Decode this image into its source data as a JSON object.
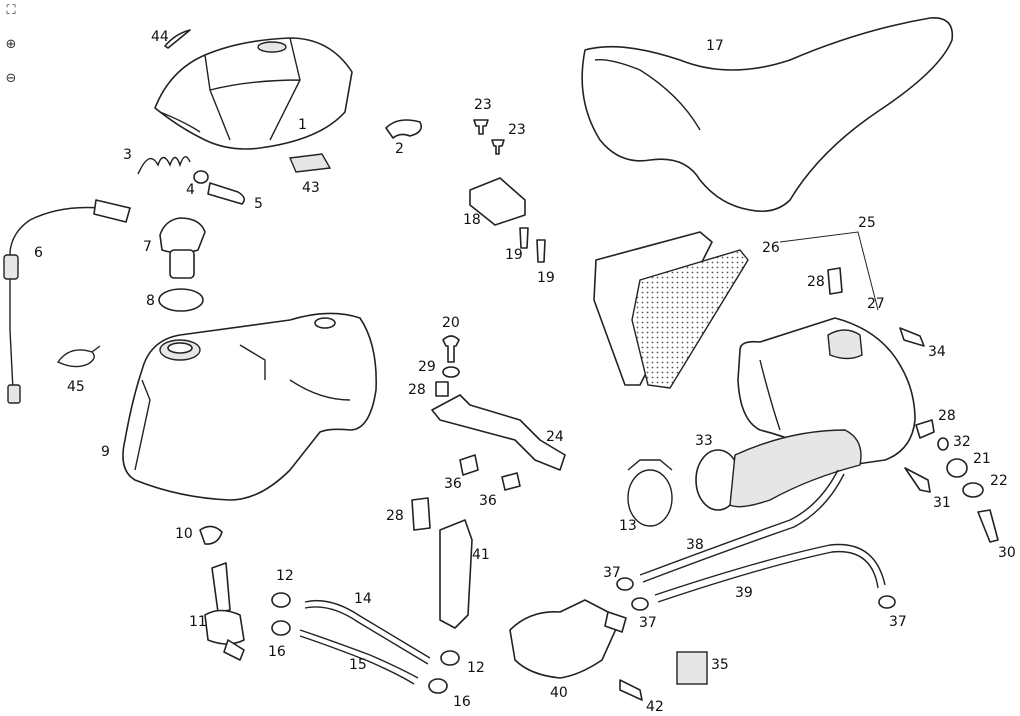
{
  "toolbar": [
    {
      "name": "fit-view-icon",
      "glyph": "⛶"
    },
    {
      "name": "zoom-in-icon",
      "glyph": "⊕"
    },
    {
      "name": "zoom-out-icon",
      "glyph": "⊖"
    }
  ],
  "callouts": {
    "c1": "1",
    "c2": "2",
    "c3": "3",
    "c4": "4",
    "c5": "5",
    "c6": "6",
    "c7": "7",
    "c8": "8",
    "c9": "9",
    "c10": "10",
    "c11": "11",
    "c12a": "12",
    "c12b": "12",
    "c13": "13",
    "c14": "14",
    "c15": "15",
    "c16a": "16",
    "c16b": "16",
    "c17": "17",
    "c18": "18",
    "c19a": "19",
    "c19b": "19",
    "c20": "20",
    "c21": "21",
    "c22": "22",
    "c23a": "23",
    "c23b": "23",
    "c24": "24",
    "c25": "25",
    "c26": "26",
    "c27": "27",
    "c28a": "28",
    "c28b": "28",
    "c28c": "28",
    "c28d": "28",
    "c29": "29",
    "c30": "30",
    "c31": "31",
    "c32": "32",
    "c33": "33",
    "c34": "34",
    "c35": "35",
    "c36a": "36",
    "c36b": "36",
    "c37a": "37",
    "c37b": "37",
    "c37c": "37",
    "c38": "38",
    "c39": "39",
    "c40": "40",
    "c41": "41",
    "c42": "42",
    "c43": "43",
    "c44": "44",
    "c45": "45"
  }
}
